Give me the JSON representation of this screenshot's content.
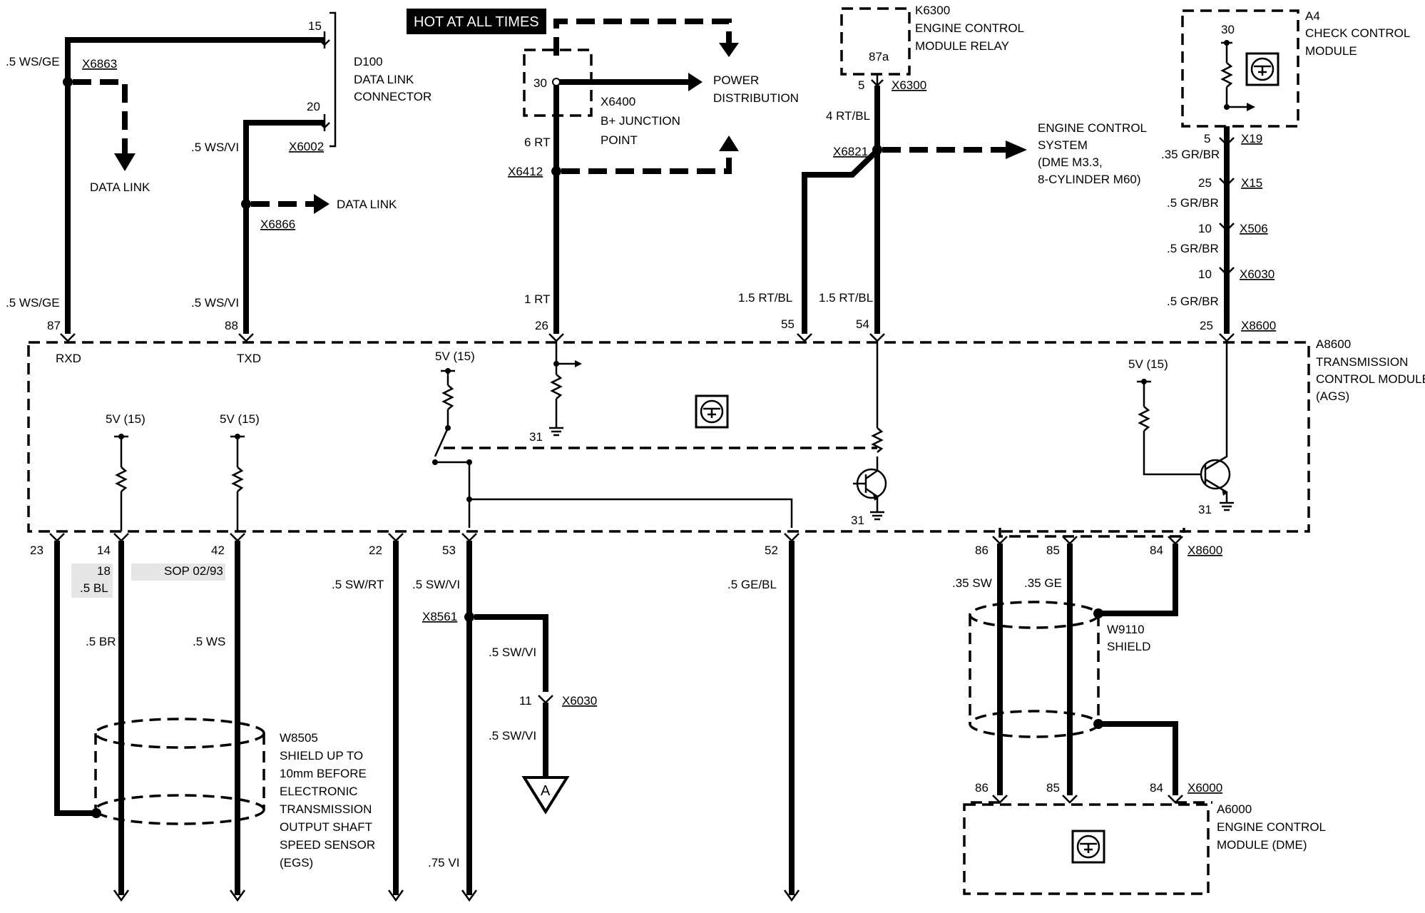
{
  "hot_at_all_times": "HOT AT ALL TIMES",
  "d100": {
    "label": "D100",
    "name_line1": "DATA LINK",
    "name_line2": "CONNECTOR",
    "pin15": "15",
    "pin20": "20"
  },
  "left": {
    "wire_ws_ge": ".5 WS/GE",
    "x6863": "X6863",
    "data_link": "DATA LINK",
    "wire_ws_vi": ".5 WS/VI",
    "x6002": "X6002",
    "x6866": "X6866",
    "data_link2": "DATA LINK",
    "wire_ws_ge_low": ".5 WS/GE",
    "wire_ws_vi_low": ".5 WS/VI",
    "pin87": "87",
    "pin88": "88",
    "rxd": "RXD",
    "txd": "TXD"
  },
  "x6400": {
    "pin30": "30",
    "label": "X6400",
    "name_line1": "B+ JUNCTION",
    "name_line2": "POINT",
    "power_line1": "POWER",
    "power_line2": "DISTRIBUTION",
    "wire_6rt": "6 RT",
    "x6412": "X6412",
    "wire_1rt": "1 RT",
    "pin26": "26"
  },
  "k6300": {
    "label": "K6300",
    "name_line1": "ENGINE CONTROL",
    "name_line2": "MODULE RELAY",
    "pin87a": "87a",
    "pin5": "5",
    "x6300": "X6300",
    "wire_4rtbl": "4 RT/BL",
    "x6821": "X6821",
    "ecs_line1": "ENGINE CONTROL",
    "ecs_line2": "SYSTEM",
    "ecs_line3": "(DME M3.3,",
    "ecs_line4": "8-CYLINDER M60)",
    "wire_15a": "1.5 RT/BL",
    "wire_15b": "1.5 RT/BL",
    "pin55": "55",
    "pin54": "54"
  },
  "a4": {
    "label": "A4",
    "name_line1": "CHECK CONTROL",
    "name_line2": "MODULE",
    "pin30": "30",
    "pin5": "5",
    "x19": "X19",
    "wire_035": ".35 GR/BR",
    "pin25": "25",
    "x15": "X15",
    "wire_05a": ".5 GR/BR",
    "pin10a": "10",
    "x506": "X506",
    "wire_05b": ".5 GR/BR",
    "pin10b": "10",
    "x6030": "X6030",
    "wire_05c": ".5 GR/BR",
    "pin25b": "25",
    "x8600": "X8600"
  },
  "a8600": {
    "label": "A8600",
    "name_line1": "TRANSMISSION",
    "name_line2": "CONTROL MODULE",
    "name_line3": "(AGS)",
    "v5_a": "5V (15)",
    "v5_b": "5V (15)",
    "v5_c": "5V (15)",
    "v5_d": "5V (15)",
    "gnd31_a": "31",
    "gnd31_b": "31",
    "gnd31_c": "31"
  },
  "bottom": {
    "pin23": "23",
    "pin14": "14",
    "pin18": "18",
    "wire_05bl": ".5 BL",
    "pin42": "42",
    "sop": "SOP 02/93",
    "wire_br": ".5 BR",
    "wire_ws": ".5 WS",
    "pin22": "22",
    "wire_swrt": ".5 SW/RT",
    "pin53": "53",
    "wire_swvi": ".5 SW/VI",
    "x8561": "X8561",
    "wire_swvi2": ".5 SW/VI",
    "pin11": "11",
    "x6030": "X6030",
    "wire_swvi3": ".5 SW/VI",
    "conn_a": "A",
    "wire_75vi": ".75 VI",
    "pin52": "52",
    "wire_gebl": ".5 GE/BL"
  },
  "w8505": {
    "label": "W8505",
    "line1": "SHIELD UP TO",
    "line2": "10mm BEFORE",
    "line3": "ELECTRONIC",
    "line4": "TRANSMISSION",
    "line5": "OUTPUT SHAFT",
    "line6": "SPEED SENSOR",
    "line7": "(EGS)"
  },
  "dme": {
    "pin86": "86",
    "pin85": "85",
    "pin84": "84",
    "x8600": "X8600",
    "wire_sw": ".35 SW",
    "wire_ge": ".35 GE",
    "w9110": "W9110",
    "shield": "SHIELD",
    "pin86b": "86",
    "pin85b": "85",
    "pin84b": "84",
    "x6000": "X6000",
    "label": "A6000",
    "name_line1": "ENGINE CONTROL",
    "name_line2": "MODULE (DME)"
  }
}
